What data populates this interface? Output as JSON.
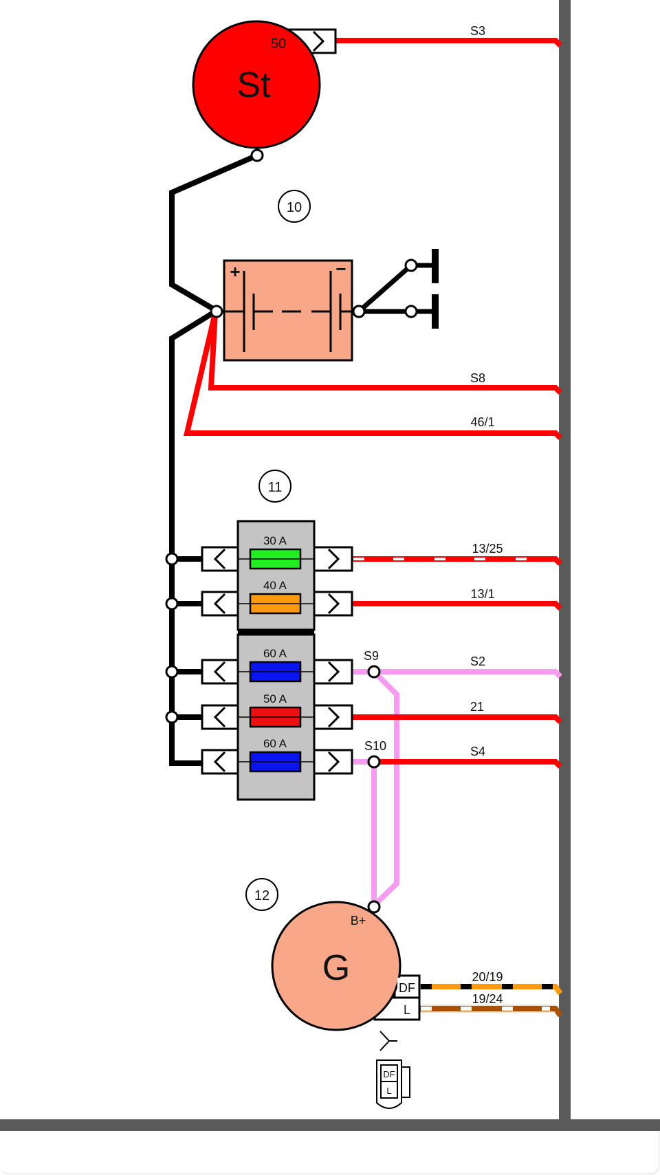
{
  "colors": {
    "wire_red": "#ff0000",
    "wire_black": "#000000",
    "wire_pink": "#f59cf0",
    "wire_orange": "#ff9a10",
    "wire_brown": "#a85000",
    "bus_gray": "#5a5a5a",
    "starter_fill": "#ff0000",
    "battery_fill": "#f8a888",
    "generator_fill": "#f8a888",
    "fuse_block_fill": "#c4c4c4",
    "fuse_30A": "#22ee22",
    "fuse_40A": "#ff9a10",
    "fuse_60A": "#0a14ee",
    "fuse_50A": "#ee1010"
  },
  "components": {
    "starter": {
      "symbol": "St",
      "terminal": "50"
    },
    "battery": {
      "ref": "10",
      "plus": "+",
      "minus": "−"
    },
    "fuse_block": {
      "ref": "11"
    },
    "generator": {
      "ref": "12",
      "symbol": "G",
      "terminal_bplus": "B+",
      "terminal_df": "DF",
      "terminal_l": "L"
    },
    "connector_icon": {
      "df": "DF",
      "l": "L"
    }
  },
  "fuses": [
    {
      "rating": "30 A",
      "color": "#22ee22"
    },
    {
      "rating": "40 A",
      "color": "#ff9a10"
    },
    {
      "rating": "60 A",
      "color": "#0a14ee"
    },
    {
      "rating": "50 A",
      "color": "#ee1010"
    },
    {
      "rating": "60 A",
      "color": "#0a14ee"
    }
  ],
  "splices": {
    "s9": "S9",
    "s10": "S10"
  },
  "wires": {
    "s3": "S3",
    "s8": "S8",
    "w46_1": "46/1",
    "w13_25": "13/25",
    "w13_1": "13/1",
    "s2": "S2",
    "w21": "21",
    "s4": "S4",
    "w20_19": "20/19",
    "w19_24": "19/24"
  }
}
